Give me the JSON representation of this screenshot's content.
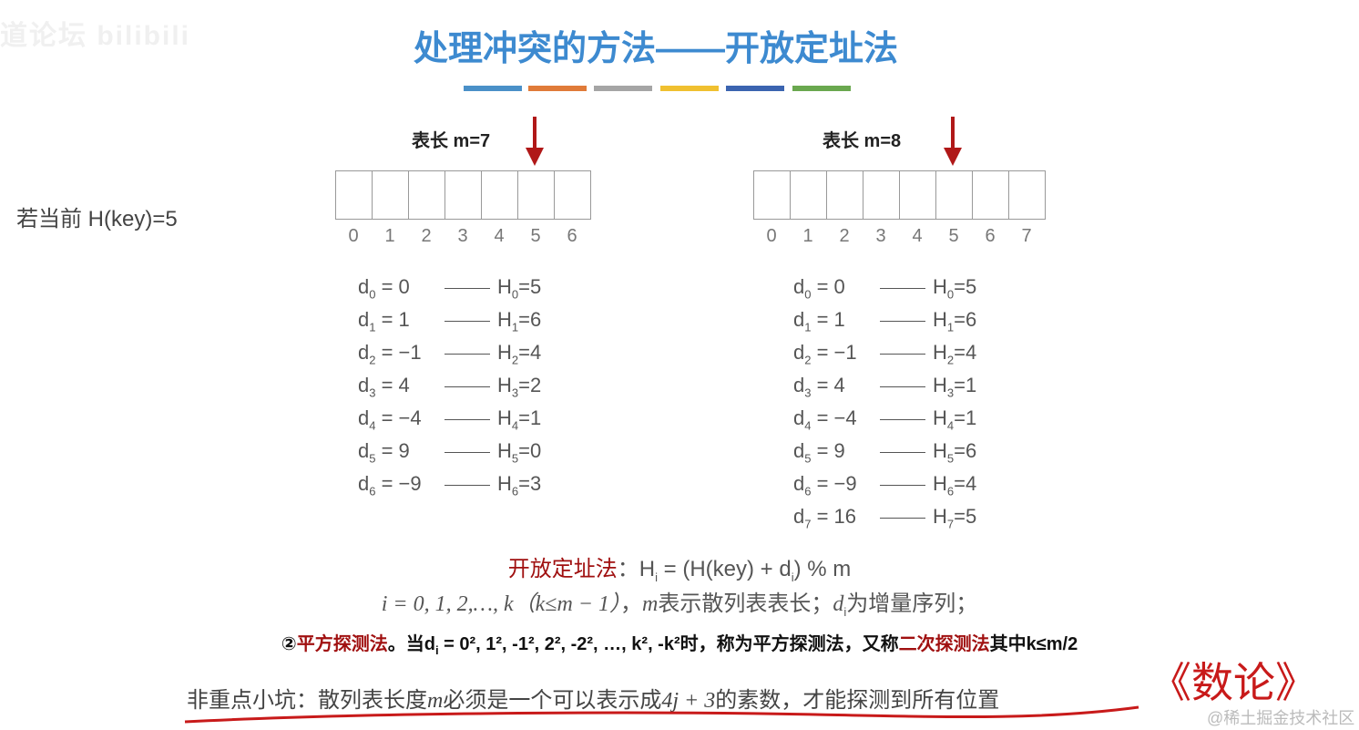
{
  "watermark": "道论坛 bilibili",
  "title": "处理冲突的方法——开放定址法",
  "bars": [
    "#4a90c8",
    "#e07b39",
    "#a5a5a5",
    "#f0c030",
    "#3b64b0",
    "#6aa84f"
  ],
  "arrow_color": "#b01818",
  "current_hash": "若当前 H(key)=5",
  "left": {
    "label": "表长 m=7",
    "indices": [
      "0",
      "1",
      "2",
      "3",
      "4",
      "5",
      "6"
    ],
    "rows": [
      [
        "d",
        "0",
        " = 0",
        "H",
        "0",
        "=5"
      ],
      [
        "d",
        "1",
        " = 1",
        "H",
        "1",
        "=6"
      ],
      [
        "d",
        "2",
        " = −1",
        "H",
        "2",
        "=4"
      ],
      [
        "d",
        "3",
        " = 4",
        "H",
        "3",
        "=2"
      ],
      [
        "d",
        "4",
        " = −4",
        "H",
        "4",
        "=1"
      ],
      [
        "d",
        "5",
        " = 9",
        "H",
        "5",
        "=0"
      ],
      [
        "d",
        "6",
        " = −9",
        "H",
        "6",
        "=3"
      ]
    ]
  },
  "right": {
    "label": "表长 m=8",
    "indices": [
      "0",
      "1",
      "2",
      "3",
      "4",
      "5",
      "6",
      "7"
    ],
    "rows": [
      [
        "d",
        "0",
        " = 0",
        "H",
        "0",
        "=5"
      ],
      [
        "d",
        "1",
        " = 1",
        "H",
        "1",
        "=6"
      ],
      [
        "d",
        "2",
        " = −1",
        "H",
        "2",
        "=4"
      ],
      [
        "d",
        "3",
        " = 4",
        "H",
        "3",
        "=1"
      ],
      [
        "d",
        "4",
        " = −4",
        "H",
        "4",
        "=1"
      ],
      [
        "d",
        "5",
        " = 9",
        "H",
        "5",
        "=6"
      ],
      [
        "d",
        "6",
        " = −9",
        "H",
        "6",
        "=4"
      ],
      [
        "d",
        "7",
        " = 16",
        "H",
        "7",
        "=5"
      ]
    ]
  },
  "formula": {
    "name": "开放定址法",
    "text": "：H",
    "sub": "i",
    "rest": " = (H(key) + d",
    "sub2": "i",
    "end": ") % m"
  },
  "line2": {
    "a": "i = 0, 1, 2,…, k（k≤m − 1）",
    "b": "，",
    "c": "m",
    "d": "表示散列表表长；",
    "e": "d",
    "f": "i",
    "g": "为增量序列；"
  },
  "line3": {
    "a": "②",
    "b": "平方探测法",
    "c": "。当d",
    "d": "i",
    "e": " = 0², 1², -1², 2², -2², …, k², -k²时，称为平方探测法，又称",
    "f": "二次探测法",
    "g": "其中k≤m/2"
  },
  "line4": {
    "a": "非重点小坑：散列表长度",
    "b": "m",
    "c": "必须是一个可以表示成",
    "d": "4j + 3",
    "e": "的素数，才能探测到所有位置"
  },
  "handwriting": "《数论》",
  "site_watermark": "@稀土掘金技术社区"
}
